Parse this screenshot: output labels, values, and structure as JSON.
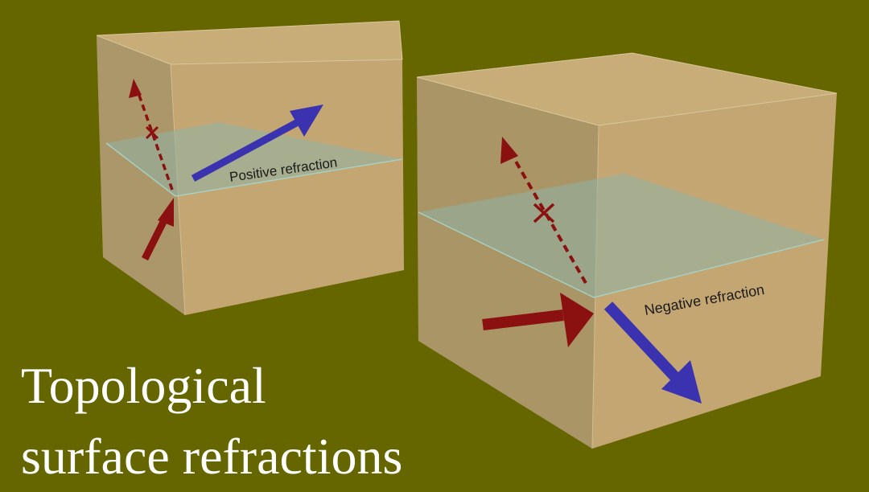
{
  "title": {
    "line1": "Topological",
    "line2": "surface refractions"
  },
  "left_box": {
    "label": "Positive refraction"
  },
  "right_box": {
    "label": "Negative refraction"
  },
  "colors": {
    "background": "#666600",
    "box_face": "#c2a878",
    "interface": "#8fb3a6",
    "incident_arrow": "#8b1010",
    "refracted_arrow": "#3b32b0"
  },
  "icons": {
    "blocked_marker": "x-mark"
  }
}
